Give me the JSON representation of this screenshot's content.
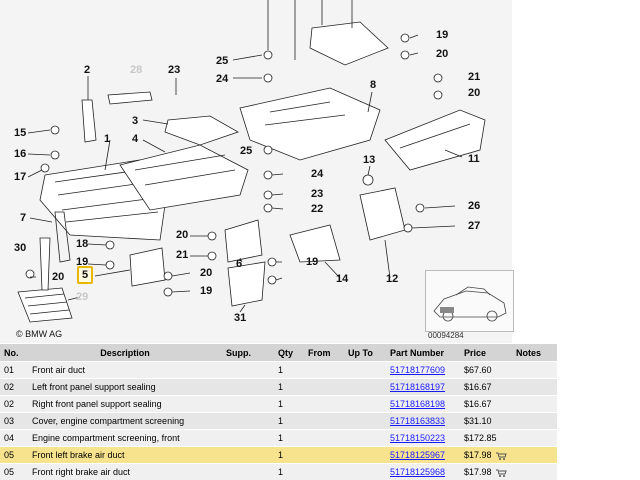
{
  "diagram": {
    "callouts": [
      {
        "id": "c25a",
        "label": "25"
      },
      {
        "id": "c24a",
        "label": "24"
      },
      {
        "id": "c19a",
        "label": "19"
      },
      {
        "id": "c20a",
        "label": "20"
      },
      {
        "id": "c2",
        "label": "2"
      },
      {
        "id": "c28",
        "label": "28"
      },
      {
        "id": "c23a",
        "label": "23"
      },
      {
        "id": "c8",
        "label": "8"
      },
      {
        "id": "c21a",
        "label": "21"
      },
      {
        "id": "c20b",
        "label": "20"
      },
      {
        "id": "c15",
        "label": "15"
      },
      {
        "id": "c3",
        "label": "3"
      },
      {
        "id": "c16",
        "label": "16"
      },
      {
        "id": "c1",
        "label": "1"
      },
      {
        "id": "c4",
        "label": "4"
      },
      {
        "id": "c25b",
        "label": "25"
      },
      {
        "id": "c11",
        "label": "11"
      },
      {
        "id": "c13",
        "label": "13"
      },
      {
        "id": "c17",
        "label": "17"
      },
      {
        "id": "c24b",
        "label": "24"
      },
      {
        "id": "c23b",
        "label": "23"
      },
      {
        "id": "c22",
        "label": "22"
      },
      {
        "id": "c26",
        "label": "26"
      },
      {
        "id": "c7",
        "label": "7"
      },
      {
        "id": "c27",
        "label": "27"
      },
      {
        "id": "c20c",
        "label": "20"
      },
      {
        "id": "c18",
        "label": "18"
      },
      {
        "id": "c30",
        "label": "30"
      },
      {
        "id": "c21b",
        "label": "21"
      },
      {
        "id": "c19b",
        "label": "19"
      },
      {
        "id": "c6",
        "label": "6"
      },
      {
        "id": "c19c",
        "label": "19"
      },
      {
        "id": "c20d",
        "label": "20"
      },
      {
        "id": "c5",
        "label": "5"
      },
      {
        "id": "c20e",
        "label": "20"
      },
      {
        "id": "c14",
        "label": "14"
      },
      {
        "id": "c12",
        "label": "12"
      },
      {
        "id": "c19d",
        "label": "19"
      },
      {
        "id": "c29",
        "label": "29"
      },
      {
        "id": "c31",
        "label": "31"
      }
    ],
    "copyright": "© BMW AG",
    "figure_number": "00094284"
  },
  "table": {
    "headers": {
      "no": "No.",
      "description": "Description",
      "supp": "Supp.",
      "qty": "Qty",
      "from": "From",
      "upto": "Up To",
      "part": "Part Number",
      "price": "Price",
      "notes": "Notes"
    },
    "rows": [
      {
        "no": "01",
        "description": "Front air duct",
        "supp": "",
        "qty": "1",
        "from": "",
        "upto": "",
        "part": "51718177609",
        "price": "$67.60",
        "cart": false
      },
      {
        "no": "02",
        "description": "Left front panel support sealing",
        "supp": "",
        "qty": "1",
        "from": "",
        "upto": "",
        "part": "51718168197",
        "price": "$16.67",
        "cart": false
      },
      {
        "no": "02",
        "description": "Right front panel support sealing",
        "supp": "",
        "qty": "1",
        "from": "",
        "upto": "",
        "part": "51718168198",
        "price": "$16.67",
        "cart": false
      },
      {
        "no": "03",
        "description": "Cover, engine compartment screening",
        "supp": "",
        "qty": "1",
        "from": "",
        "upto": "",
        "part": "51718163833",
        "price": "$31.10",
        "cart": false
      },
      {
        "no": "04",
        "description": "Engine compartment screening, front",
        "supp": "",
        "qty": "1",
        "from": "",
        "upto": "",
        "part": "51718150223",
        "price": "$172.85",
        "cart": false
      },
      {
        "no": "05",
        "description": "Front left brake air duct",
        "supp": "",
        "qty": "1",
        "from": "",
        "upto": "",
        "part": "51718125967",
        "price": "$17.98",
        "cart": true,
        "selected": true
      },
      {
        "no": "05",
        "description": "Front right brake air duct",
        "supp": "",
        "qty": "1",
        "from": "",
        "upto": "",
        "part": "51718125968",
        "price": "$17.98",
        "cart": true
      }
    ]
  }
}
